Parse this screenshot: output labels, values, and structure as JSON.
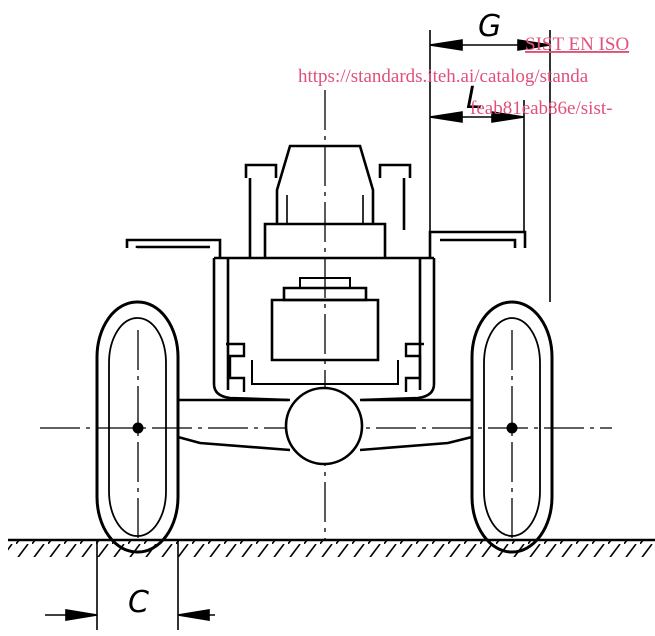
{
  "labels": {
    "g": "G",
    "l": "L",
    "c": "C"
  },
  "watermark": {
    "line1": "SIST EN ISO",
    "line2": "https://standards.iteh.ai/catalog/standa",
    "line3": "feab81eab86e/sist-",
    "color": "#e0507a"
  }
}
